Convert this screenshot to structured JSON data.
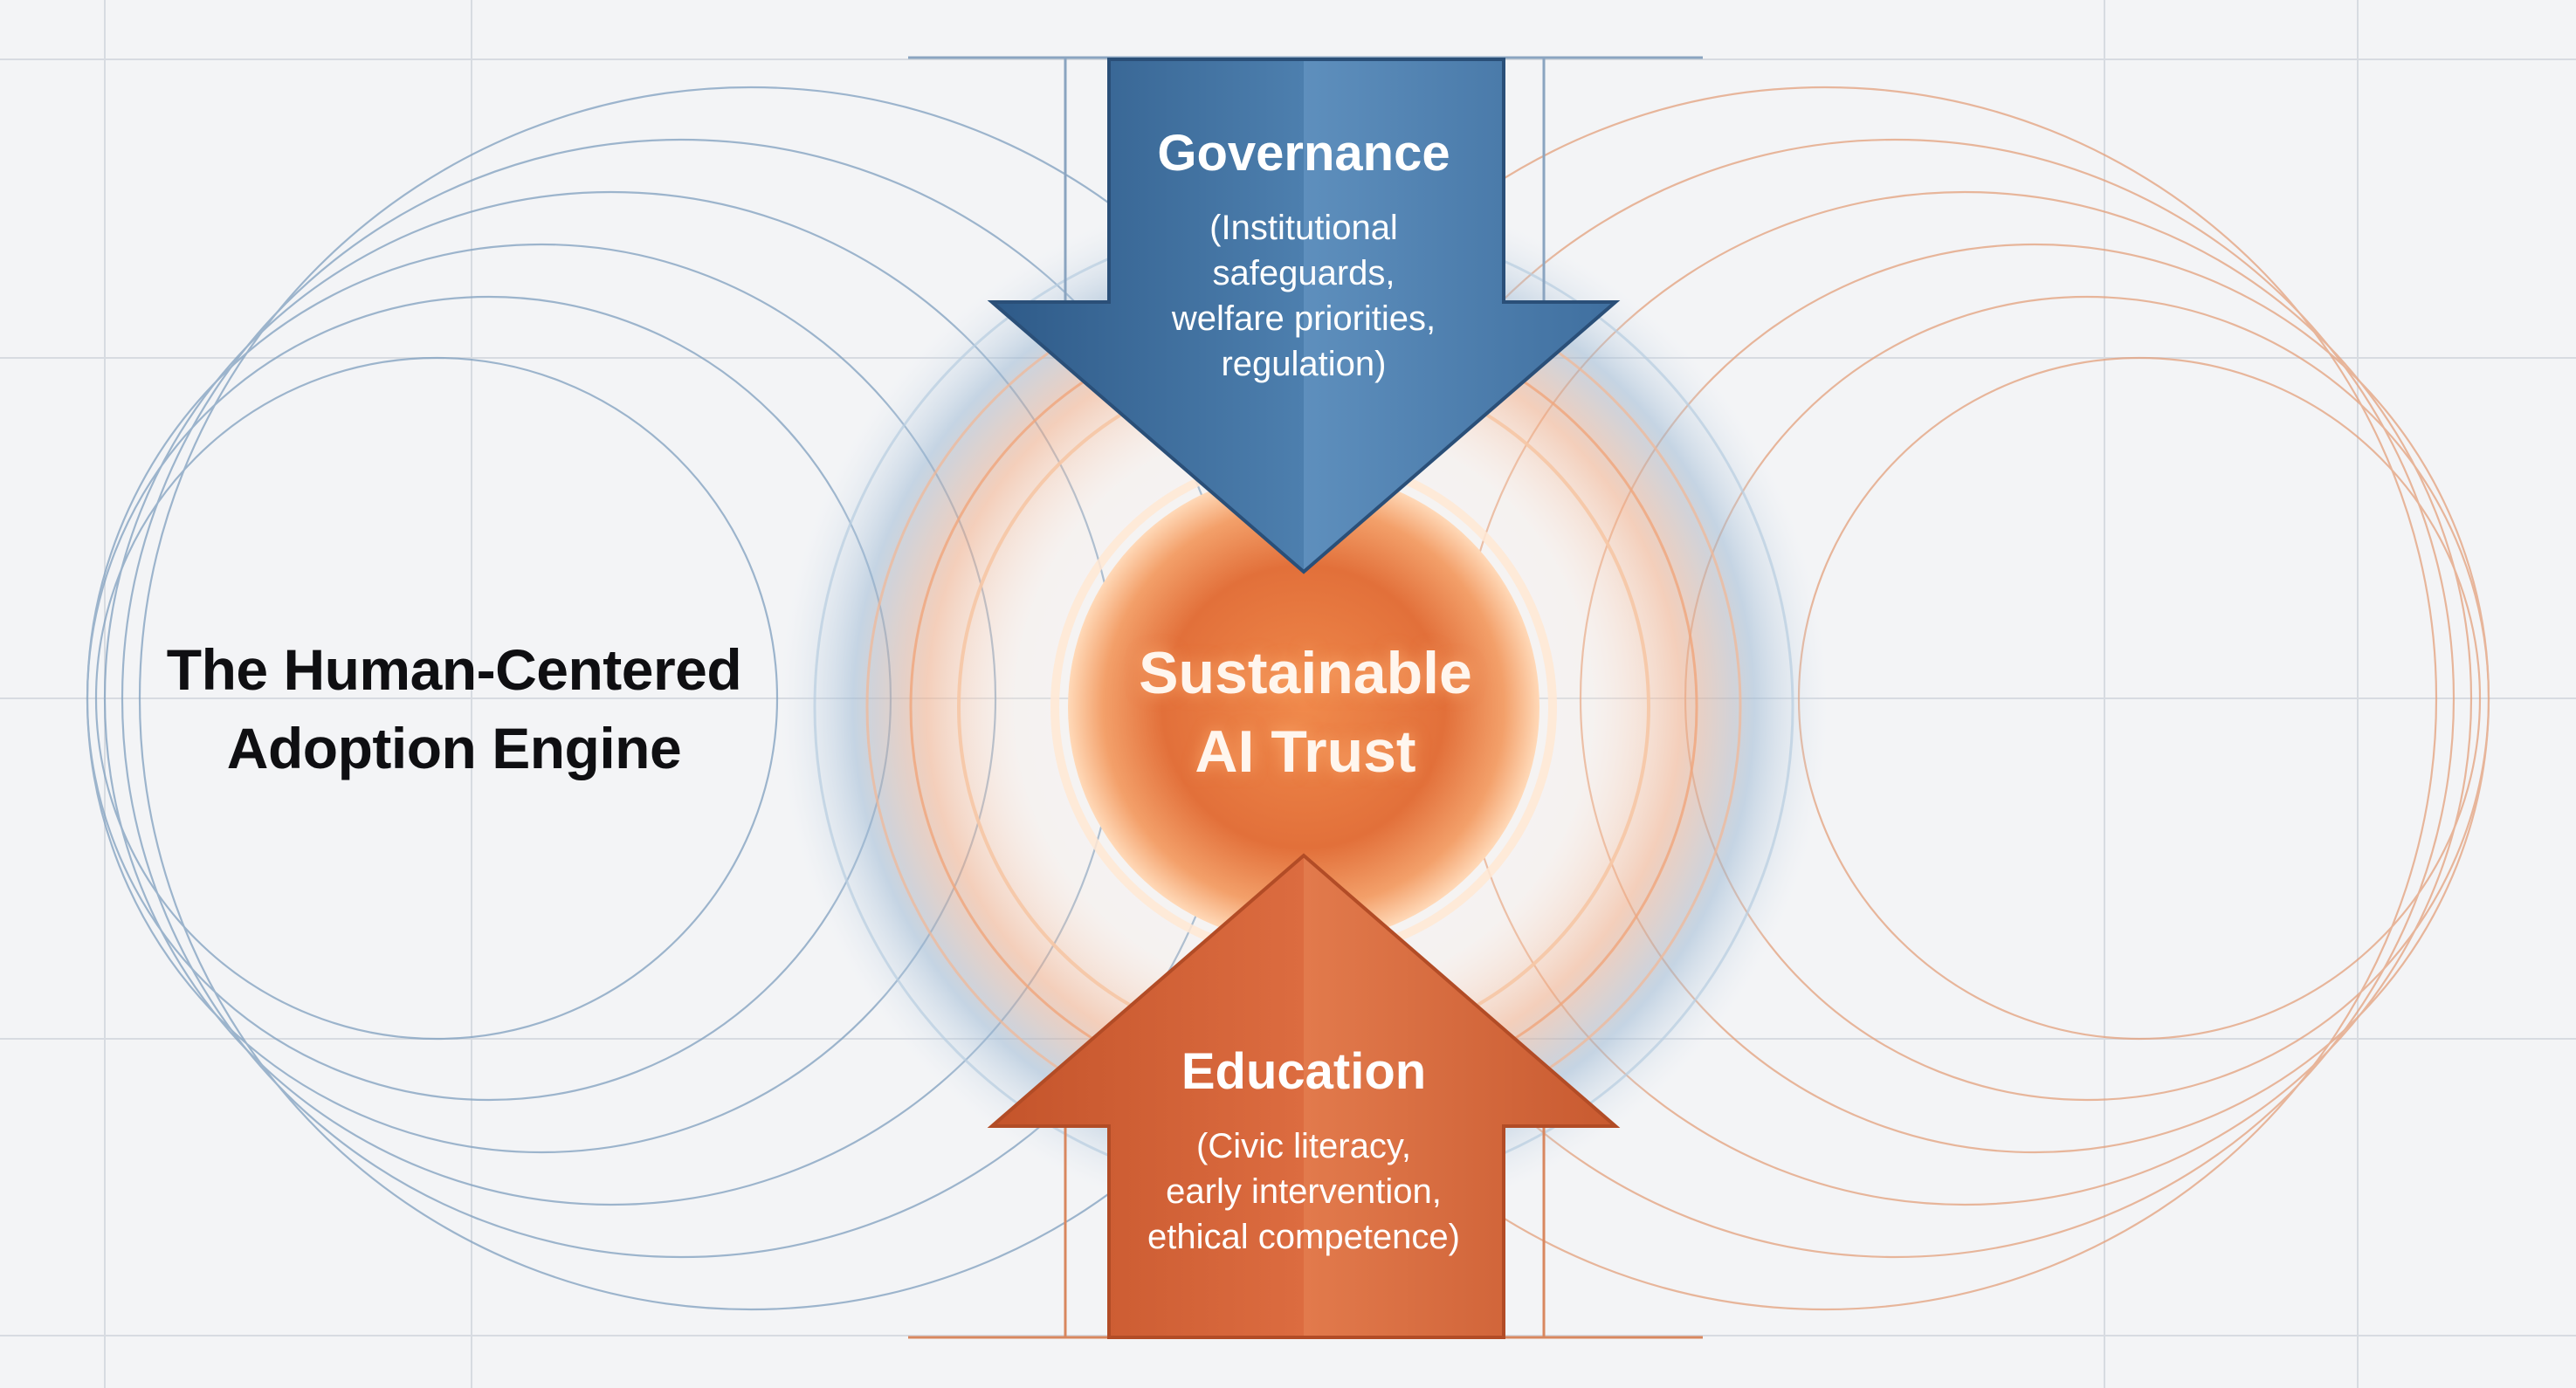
{
  "diagram": {
    "title_lines": [
      "The Human-Centered",
      "Adoption Engine"
    ],
    "center_lines": [
      "Sustainable",
      "AI Trust"
    ],
    "governance": {
      "label": "Governance",
      "detail_lines": [
        "(Institutional",
        "safeguards,",
        "welfare priorities,",
        "regulation)"
      ]
    },
    "education": {
      "label": "Education",
      "detail_lines": [
        "(Civic literacy,",
        "early intervention,",
        "ethical competence)"
      ]
    }
  },
  "colors": {
    "background": "#f3f4f6",
    "governance_blue": "#3f6f9f",
    "education_orange": "#d2633a",
    "core_orange": "#e0753f",
    "title_text": "#0f0f12"
  }
}
